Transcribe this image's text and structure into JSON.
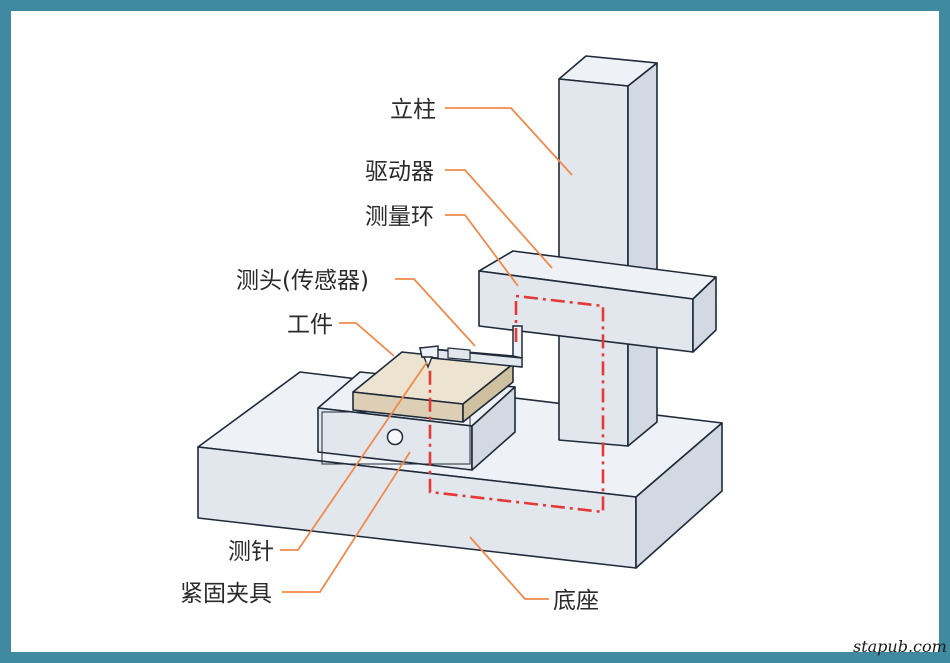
{
  "labels": {
    "column": "立柱",
    "driver": "驱动器",
    "measuring_loop": "测量环",
    "probe_head": "测头(传感器)",
    "workpiece": "工件",
    "stylus": "测针",
    "fixture": "紧固夹具",
    "base": "底座"
  },
  "watermark": "stapub.com",
  "colors": {
    "frame": "#3f8aa1",
    "leader_lines": "#f08a4b",
    "measuring_loop": "#e53935",
    "workpiece": "#e8dcc6",
    "machine_body": "#e2e7ee"
  }
}
